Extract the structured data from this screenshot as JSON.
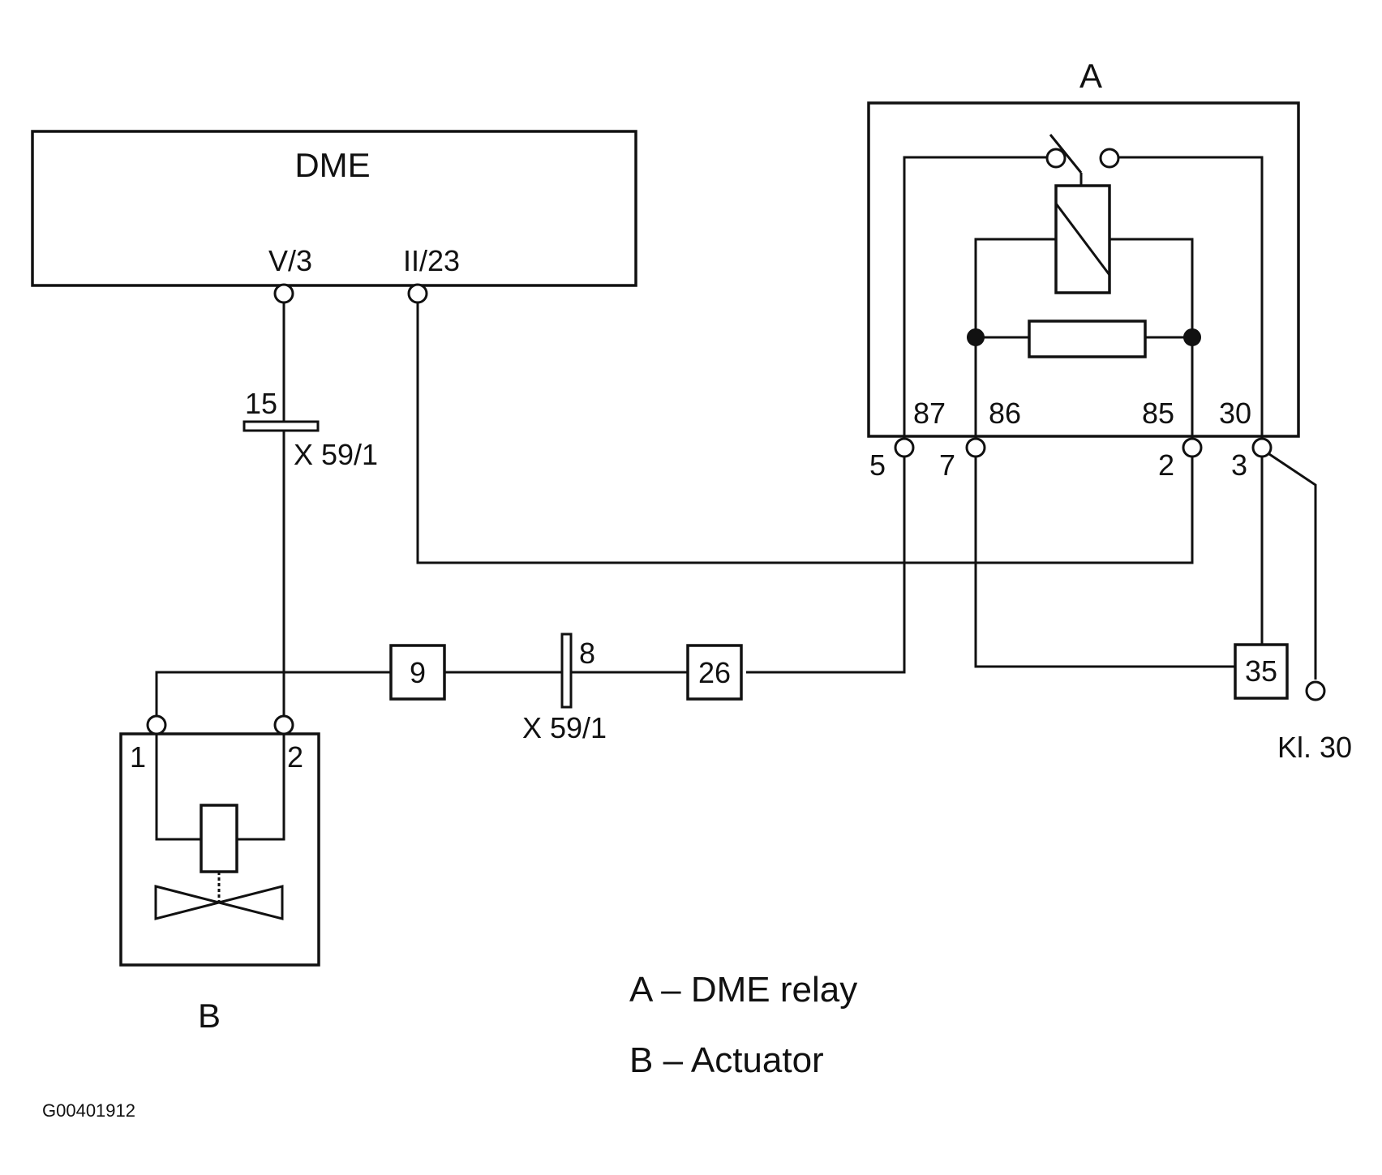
{
  "dme": {
    "title": "DME",
    "pin_v3": "V/3",
    "pin_ii23": "II/23"
  },
  "relay": {
    "letter": "A",
    "pins": {
      "p87": "87",
      "p86": "86",
      "p85": "85",
      "p30": "30"
    },
    "terminals": {
      "t5": "5",
      "t7": "7",
      "t2": "2",
      "t3": "3"
    }
  },
  "actuator": {
    "letter": "B",
    "pin1": "1",
    "pin2": "2"
  },
  "connectors": {
    "c15": "15",
    "c15_name": "X 59/1",
    "c8": "8",
    "c8_name": "X 59/1"
  },
  "splices": {
    "s9": "9",
    "s26": "26",
    "s35": "35"
  },
  "kl30": "Kl. 30",
  "legend": {
    "a": "A – DME relay",
    "b": "B – Actuator"
  },
  "figure_id": "G00401912"
}
